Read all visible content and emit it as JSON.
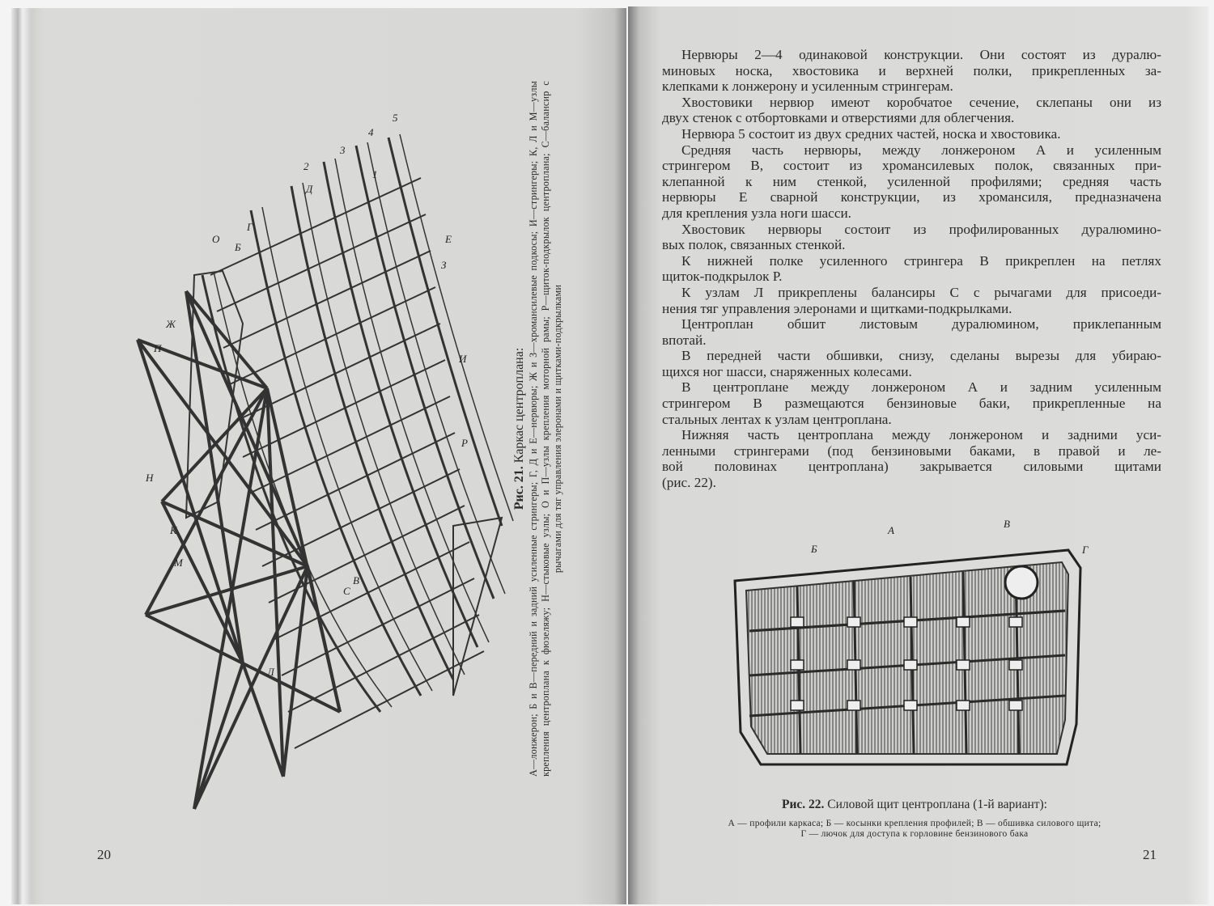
{
  "left_page": {
    "page_number": "20",
    "figure21": {
      "labels": [
        "О",
        "Б",
        "Г",
        "Д",
        "1",
        "2",
        "3",
        "4",
        "5",
        "З",
        "Е",
        "Ж",
        "И",
        "П",
        "Н",
        "М",
        "К",
        "С",
        "В",
        "Л",
        "Р"
      ],
      "caption_title_num": "Рис. 21.",
      "caption_title": "Каркас центроплана:",
      "caption_legend": "А—лонжерон; Б и В—передний и задний усиленные стрингеры; Г, Д и Е—нервюры; Ж и З—хромансилевые подкосы; И—стрингеры; К, Л и М—узлы крепления центроплана к фюзеляжу; Н—стыковые узлы; О и П—узлы крепления моторной рамы; Р—щиток-подкрылок центроплана; С—балансир с рычагами для тяг управления элеронами и щитками-подкрылками"
    }
  },
  "right_page": {
    "page_number": "21",
    "lines": [
      "Нервюры 2—4 одинаковой конструкции. Они состоят из дуралю-",
      "миновых носка, хвостовика и верхней полки, прикрепленных за-",
      "клепками к лонжерону и усиленным стрингерам.",
      "Хвостовики нервюр имеют коробчатое сечение, склепаны они из",
      "двух стенок с отбортовками и отверстиями для облегчения.",
      "Нервюра 5 состоит из двух средних частей, носка и хвостовика.",
      "Средняя часть нервюры, между лонжероном А и усиленным",
      "стрингером В, состоит из хромансилевых полок, связанных при-",
      "клепанной к ним стенкой, усиленной профилями; средняя часть",
      "нервюры Е сварной конструкции, из хромансиля, предназначена",
      "для крепления узла ноги шасси.",
      "Хвостовик нервюры состоит из профилированных дуралюмино-",
      "вых полок, связанных стенкой.",
      "К нижней полке усиленного стрингера В прикреплен на петлях",
      "щиток-подкрылок Р.",
      "К узлам Л прикреплены балансиры С с рычагами для присоеди-",
      "нения тяг управления элеронами и щитками-подкрылками.",
      "Центроплан обшит листовым дуралюмином, приклепанным",
      "впотай.",
      "В передней части обшивки, снизу, сделаны вырезы для убираю-",
      "щихся ног шасси, снаряженных колесами.",
      "В центроплане между лонжероном А и задним усиленным",
      "стрингером В размещаются бензиновые баки, прикрепленные на",
      "стальных лентах к узлам центроплана.",
      "Нижняя часть центроплана между лонжероном и задними уси-",
      "ленными стрингерами (под бензиновыми баками, в правой и ле-",
      "вой половинах центроплана) закрывается силовыми щитами",
      "(рис. 22)."
    ],
    "figure22": {
      "labels": [
        "Б",
        "А",
        "В",
        "Г"
      ],
      "caption_title_num": "Рис. 22.",
      "caption_title": "Силовой щит центроплана (1-й вариант):",
      "caption_legend_1": "А — профили каркаса; Б — косынки крепления профилей; В — обшивка силового щита;",
      "caption_legend_2": "Г — лючок для доступа к горловине бензинового бака"
    }
  }
}
